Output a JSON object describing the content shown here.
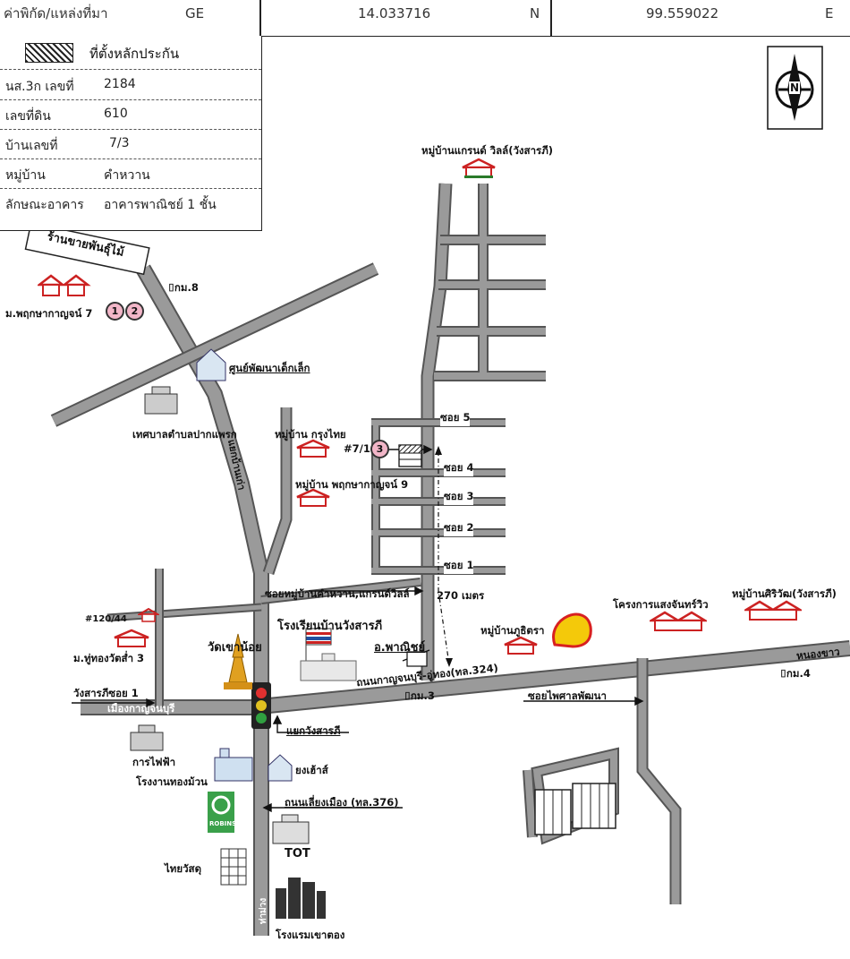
{
  "header": {
    "label": "ค่าพิกัด/แหล่งที่มา",
    "source": "GE",
    "lat": "14.033716",
    "lat_dir": "N",
    "lon": "99.559022",
    "lon_dir": "E"
  },
  "info": {
    "legend_label": "ที่ตั้งหลักประกัน",
    "rows": [
      {
        "key": "นส.3ก เลขที่",
        "value": "2184"
      },
      {
        "key": "เลขที่ดิน",
        "value": "610"
      },
      {
        "key": "บ้านเลขที่",
        "value": "7/3"
      },
      {
        "key": "หมู่บ้าน",
        "value": "คำหวาน"
      },
      {
        "key": "ลักษณะอาคาร",
        "value": "อาคารพาณิชย์ 1 ชั้น"
      }
    ]
  },
  "compass": {
    "letter": "N"
  },
  "map": {
    "shop_sign": "ร้านขายพันธุ์ไม้",
    "km8": "กม.8",
    "km3": "กม.3",
    "km4": "กม.4",
    "village_pruksa7": "ม.พฤกษากาญจน์ 7",
    "badge1": "1",
    "badge2": "2",
    "badge3": "3",
    "childcare": "ศูนย์พัฒนาเด็กเล็ก",
    "municipality": "เทศบาลตำบลปากแพรก",
    "road_north": "แยกบ้านเก่า",
    "grand_ville": "หมู่บ้านแกรนด์ วิลล์(วังสารภี)",
    "krungthai": "หมู่บ้าน กรุงไทย",
    "pruksa9": "หมู่บ้าน พฤกษากาญจน์ 9",
    "house_no": "#7/1",
    "soi5": "ซอย 5",
    "soi4": "ซอย 4",
    "soi3": "ซอย 3",
    "soi2": "ซอย 2",
    "soi1": "ซอย 1",
    "soi_village": "ซอยหมู่บ้านคำหวาน,แกรนด์วิลล์",
    "distance": "270 เมตร",
    "school": "โรงเรียนบ้านวังสารภี",
    "commerce": "อ.พาณิชย์",
    "phutara": "หมู่บ้านภูธิตรา",
    "saengchan": "โครงการแสงจันทร์วิว",
    "siriwat": "หมู่บ้านศิริวัฒ(วังสารภี)",
    "nong_khao": "หนองขาว",
    "main_road": "ถนนกาญจนบุรี-อู่ทอง(ทล.324)",
    "sophisan": "ซอยไพศาลพัฒนา",
    "no_120": "#120/44",
    "village_tongwat": "ม.ทู่ทองวัตส่ำ 3",
    "wat": "วัดเขาน้อย",
    "wangsaraphi_soi1": "วังสารภีซอย 1",
    "to_town": "เมืองกาญจนบุรี",
    "junction": "แยกวังสารภี",
    "electricity": "การไฟฟ้า",
    "factory": "โรงงานทองม้วน",
    "yonghouse": "ยงเฮ้าส์",
    "bypass": "ถนนเลี่ยงเมือง (ทล.376)",
    "robinson": "ROBINSON",
    "tot": "TOT",
    "thaiwatsadu": "ไทยวัสดุ",
    "road_south": "ท่าม่วง",
    "hotel": "โรงแรมเขาตอง"
  },
  "colors": {
    "road": "#9a9a9a",
    "road_edge": "#555555",
    "house_red": "#cc2222",
    "badge_pink": "#f2b6c8"
  }
}
